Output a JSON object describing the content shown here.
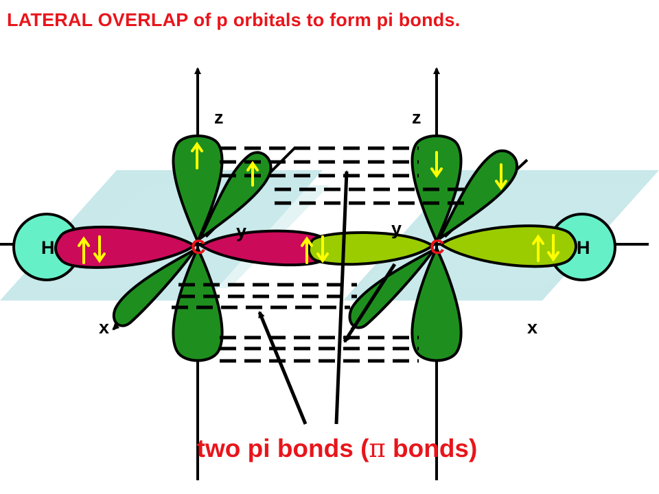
{
  "title": "LATERAL OVERLAP of p orbitals to form pi bonds.",
  "caption": {
    "pre": "two pi bonds  (",
    "symbol": "π",
    "post": " bonds)"
  },
  "labels": {
    "z_left": "z",
    "z_right": "z",
    "y_left": "y",
    "y_right": "y",
    "x_left": "x",
    "x_right": "x",
    "h_left": "H",
    "h_right": "H",
    "c_left": "C",
    "c_right": "C"
  },
  "colors": {
    "title": "#e8151b",
    "p_orbital": "#1e8f1e",
    "sp_left": "#cc0a5a",
    "sp_right": "#9acc00",
    "hydrogen": "#66f0c8",
    "spin_arrow": "#ffff00",
    "plane": "#b5e0e3"
  }
}
